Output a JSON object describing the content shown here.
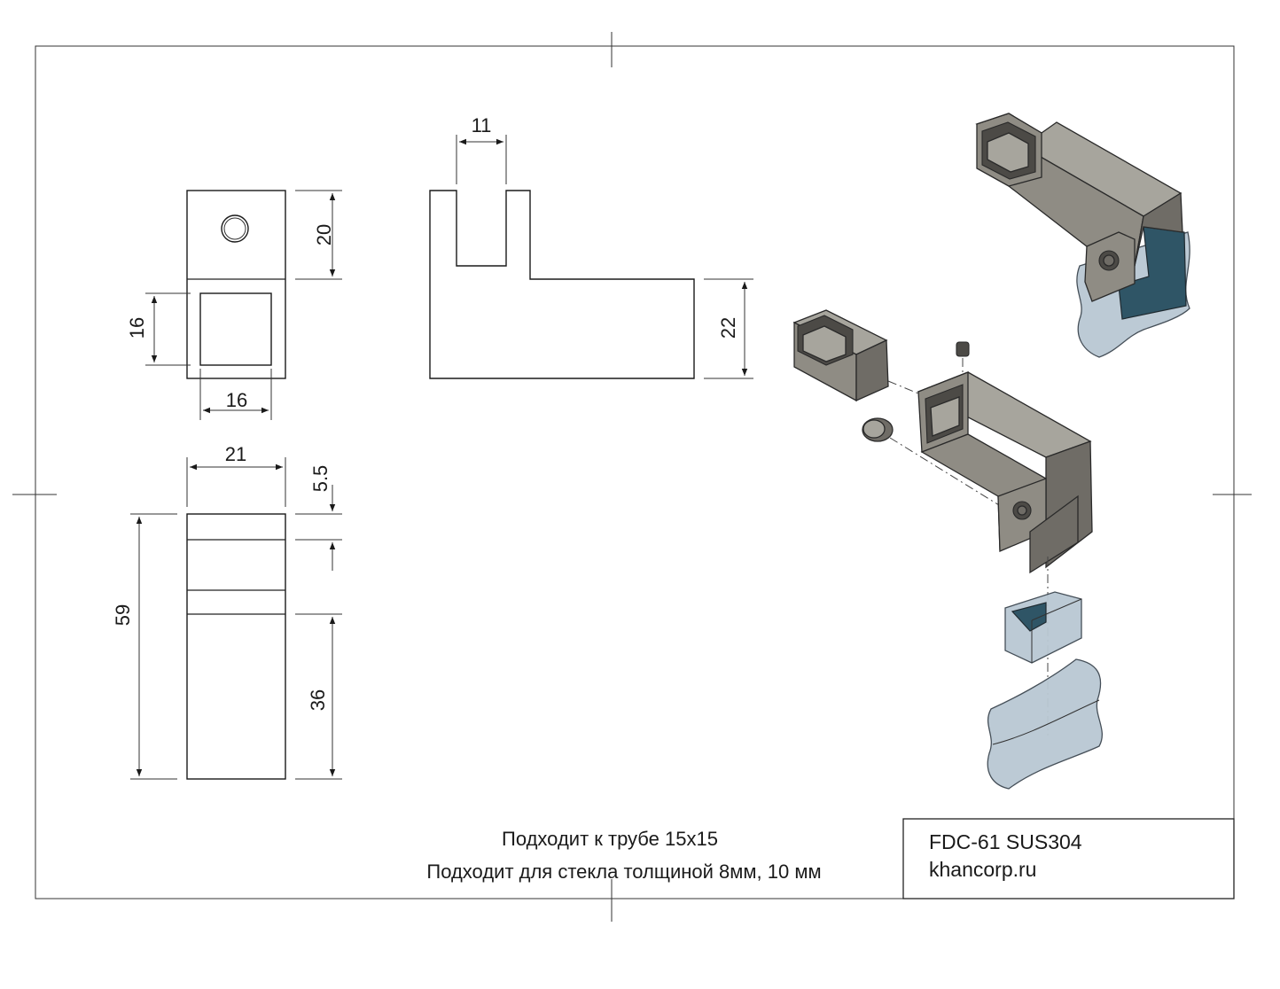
{
  "dimensions": {
    "top_view_height": "20",
    "top_view_side": "16",
    "top_view_bottom": "16",
    "side_view_slot": "11",
    "side_view_height": "22",
    "front_width": "21",
    "front_step": "5.5",
    "front_total": "59",
    "front_lower": "36"
  },
  "notes": {
    "tube": "Подходит к трубе 15х15",
    "glass": "Подходит для стекла толщиной 8мм, 10 мм"
  },
  "title_block": {
    "model": "FDC-61 SUS304",
    "website": "khancorp.ru"
  }
}
